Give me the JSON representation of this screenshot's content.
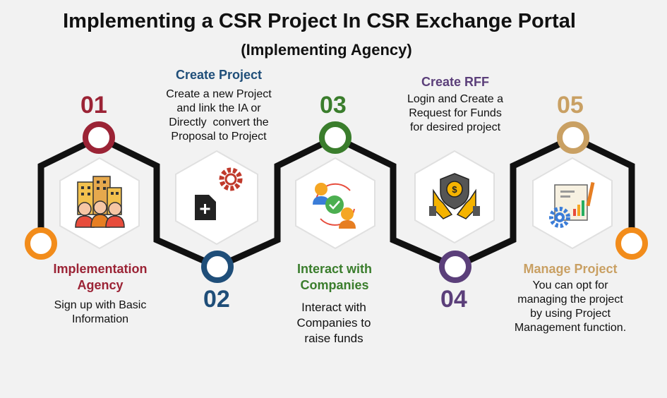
{
  "header": {
    "title": "Implementing a CSR Project In CSR Exchange Portal",
    "subtitle": "(Implementing Agency)"
  },
  "colors": {
    "step1": "#9b2335",
    "step2": "#1f4e79",
    "step3": "#3a7d2c",
    "step4": "#5b3f7a",
    "step5": "#c9a063",
    "endpoint": "#f28c1b",
    "path": "#111111"
  },
  "steps": [
    {
      "number": "01",
      "title_line1": "Implementation",
      "title_line2": "Agency",
      "desc": [
        "Sign up with Basic",
        "Information"
      ],
      "icon": "office-building-people-icon"
    },
    {
      "number": "02",
      "title_line1": "Create Project",
      "title_line2": "",
      "desc": [
        "Create a new Project",
        "and link the IA or",
        "Directly  convert the",
        "Proposal to Project"
      ],
      "icon": "document-gear-icon"
    },
    {
      "number": "03",
      "title_line1": "Interact with",
      "title_line2": "Companies",
      "desc": [
        "Interact with",
        "Companies to",
        "raise funds"
      ],
      "icon": "people-exchange-check-icon"
    },
    {
      "number": "04",
      "title_line1": "Create RFF",
      "title_line2": "",
      "desc": [
        "Login and Create a",
        "Request for Funds",
        "for desired project"
      ],
      "icon": "hands-coin-shield-icon"
    },
    {
      "number": "05",
      "title_line1": "Manage Project",
      "title_line2": "",
      "desc": [
        "You can opt for",
        "managing the project",
        "by using Project",
        "Management function."
      ],
      "icon": "report-chart-gear-icon"
    }
  ]
}
